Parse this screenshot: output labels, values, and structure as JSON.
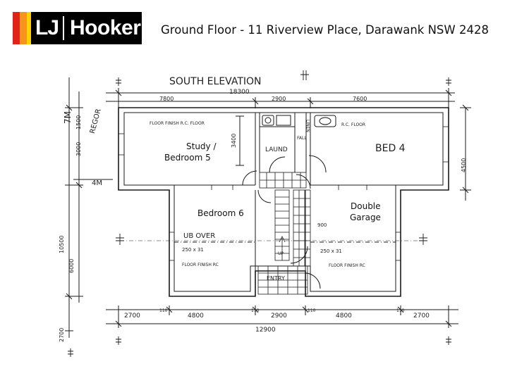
{
  "brand": {
    "logo_text_left": "LJ",
    "logo_text_right": "Hooker",
    "colors": {
      "red": "#e2231a",
      "orange": "#f7941d",
      "yellow": "#ffd200",
      "black": "#000000"
    }
  },
  "header": {
    "address": "Ground Floor - 11 Riverview Place, Darawank NSW 2428"
  },
  "plan": {
    "elevation_title": "SOUTH ELEVATION",
    "rooms": {
      "study_line1": "Study /",
      "study_line2": "Bedroom 5",
      "bedroom6": "Bedroom 6",
      "garage_line1": "Double",
      "garage_line2": "Garage",
      "laund": "LAUND",
      "bed4": "BED 4",
      "entry": "ENTRY"
    },
    "notes": {
      "floor_finish_rc_floor": "FLOOR FINISH R.C. FLOOR",
      "rc_floor": "R.C. FLOOR",
      "ub_over": "UB OVER",
      "ub_size_left": "250 x 31",
      "ub_size_right": "250 x 31",
      "floor_finish_rc_left": "FLOOR FINISH RC",
      "floor_finish_rc_right": "FLOOR FINISH RC",
      "linen": "LINEN",
      "fall": "FALL",
      "up": "UP",
      "regor": "REGOR",
      "level_7m": "7M",
      "level_4m": "4M",
      "stair_dim": "900"
    },
    "dimensions": {
      "top_total": "18300",
      "top_left": "7800",
      "top_mid": "2900",
      "top_right": "7600",
      "left_3000": "3000",
      "left_1500": "1500",
      "left_10500": "10500",
      "left_6000": "6000",
      "left_2700": "2700",
      "right_4500": "4500",
      "right_3400": "3400",
      "bottom_2700": "2700",
      "bottom_4800": "4800",
      "bottom_2900": "2900",
      "bottom_4800b": "4800",
      "bottom_2700b": "2700",
      "bottom_110a": "110",
      "bottom_110b": "110",
      "bottom_110c": "110",
      "bottom_110d": "110",
      "bottom_total": "12900"
    }
  }
}
